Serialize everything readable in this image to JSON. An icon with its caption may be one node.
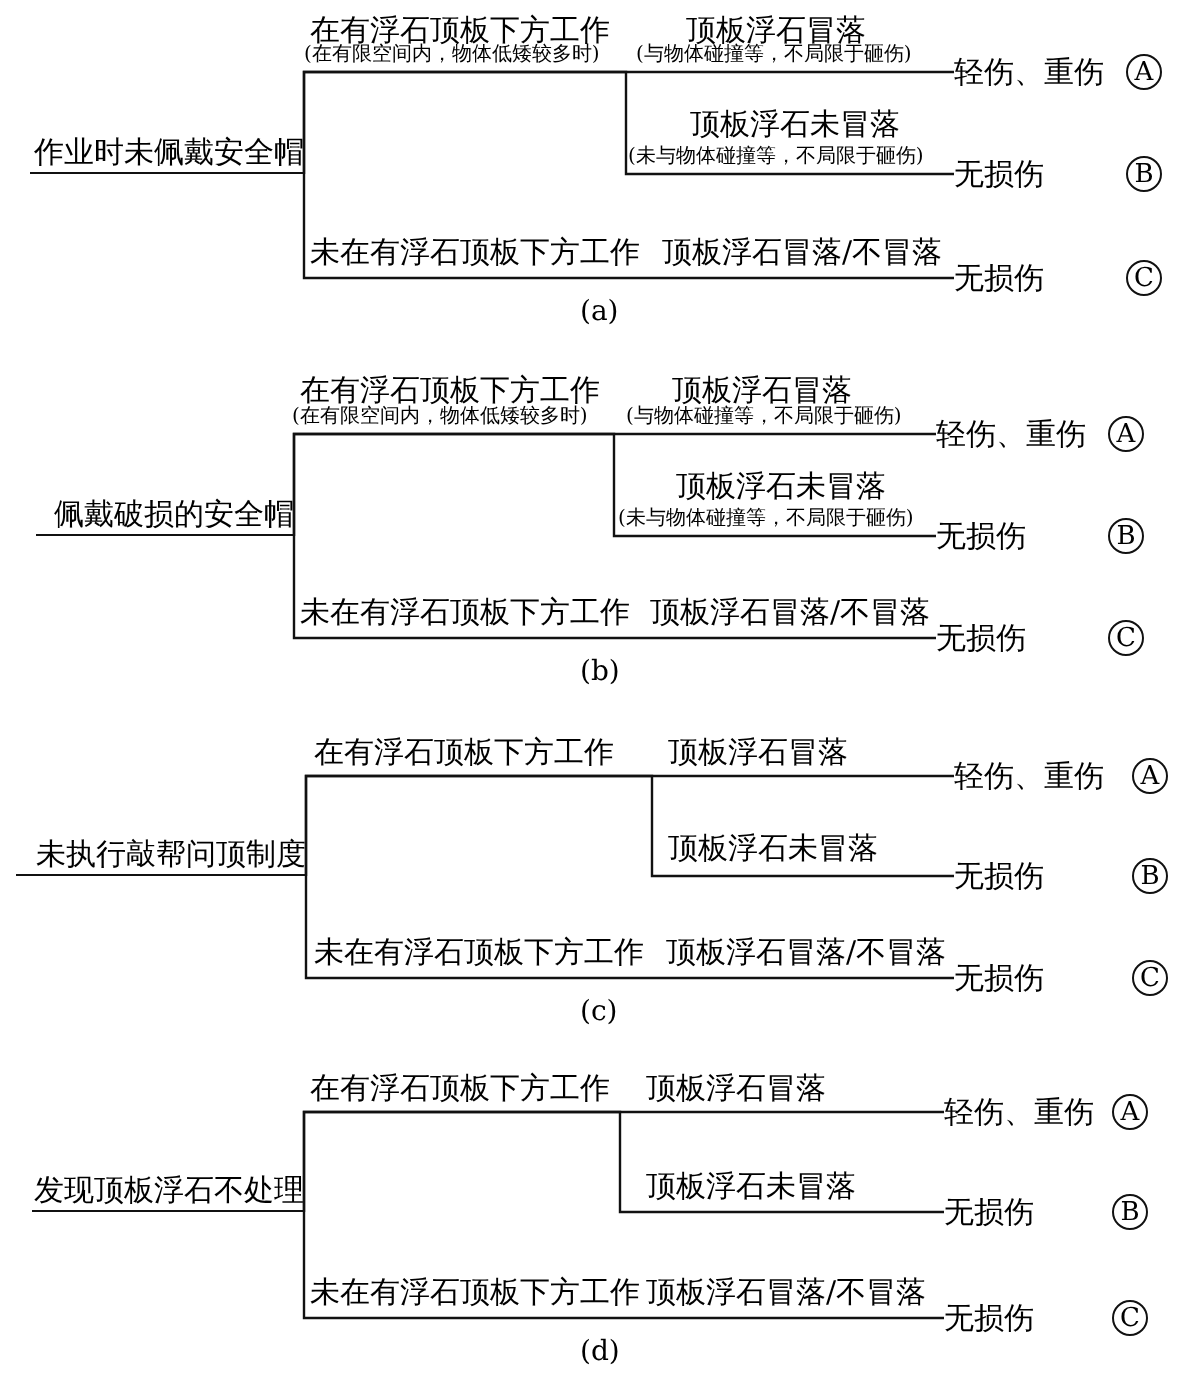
{
  "diagram": {
    "nodes": [
      {
        "text": [
          "作业时未佩戴安全帽"
        ]
      },
      {
        "text": [
          "轻伤、重伤"
        ]
      },
      {
        "text": [
          "无损伤"
        ]
      },
      {
        "text": [
          "无损伤"
        ]
      },
      {
        "text": [
          "A"
        ]
      },
      {
        "text": [
          "B"
        ]
      },
      {
        "text": [
          "C"
        ]
      },
      {
        "text": [
          "佩戴破损的安全帽"
        ]
      },
      {
        "text": [
          "轻伤、重伤"
        ]
      },
      {
        "text": [
          "无损伤"
        ]
      },
      {
        "text": [
          "无损伤"
        ]
      },
      {
        "text": [
          "A"
        ]
      },
      {
        "text": [
          "B"
        ]
      },
      {
        "text": [
          "C"
        ]
      },
      {
        "text": [
          "未执行敲帮问顶制度"
        ]
      },
      {
        "text": [
          "轻伤、重伤"
        ]
      },
      {
        "text": [
          "无损伤"
        ]
      },
      {
        "text": [
          "无损伤"
        ]
      },
      {
        "text": [
          "A"
        ]
      },
      {
        "text": [
          "B"
        ]
      },
      {
        "text": [
          "C"
        ]
      },
      {
        "text": [
          "发现顶板浮石不处理"
        ]
      },
      {
        "text": [
          "轻伤、重伤"
        ]
      },
      {
        "text": [
          "无损伤"
        ]
      },
      {
        "text": [
          "无损伤"
        ]
      },
      {
        "text": [
          "A"
        ]
      },
      {
        "text": [
          "B"
        ]
      },
      {
        "text": [
          "C"
        ]
      }
    ],
    "edges": [
      {
        "from": 0,
        "to": 1,
        "arrow": "none"
      },
      {
        "from": 0,
        "to": 2,
        "arrow": "none"
      },
      {
        "from": 0,
        "to": 3,
        "arrow": "none"
      },
      {
        "from": 7,
        "to": 8,
        "arrow": "none"
      },
      {
        "from": 7,
        "to": 9,
        "arrow": "none"
      },
      {
        "from": 7,
        "to": 10,
        "arrow": "none"
      },
      {
        "from": 14,
        "to": 15,
        "arrow": "none"
      },
      {
        "from": 14,
        "to": 16,
        "arrow": "none"
      },
      {
        "from": 14,
        "to": 17,
        "arrow": "none"
      },
      {
        "from": 21,
        "to": 22,
        "arrow": "none"
      },
      {
        "from": 21,
        "to": 23,
        "arrow": "none"
      },
      {
        "from": 21,
        "to": 24,
        "arrow": "none"
      }
    ],
    "labels": [
      "在有浮石顶板下方工作",
      "(在有限空间内，物体低矮较多时)",
      "顶板浮石冒落",
      "(与物体碰撞等，不局限于砸伤)",
      "顶板浮石未冒落",
      "(未与物体碰撞等，不局限于砸伤)",
      "未在有浮石顶板下方工作",
      "顶板浮石冒落/不冒落",
      "(a)",
      "在有浮石顶板下方工作",
      "(在有限空间内，物体低矮较多时)",
      "顶板浮石冒落",
      "(与物体碰撞等，不局限于砸伤)",
      "顶板浮石未冒落",
      "(未与物体碰撞等，不局限于砸伤)",
      "未在有浮石顶板下方工作",
      "顶板浮石冒落/不冒落",
      "(b)",
      "在有浮石顶板下方工作",
      "顶板浮石冒落",
      "顶板浮石未冒落",
      "未在有浮石顶板下方工作",
      "顶板浮石冒落/不冒落",
      "(c)",
      "在有浮石顶板下方工作",
      "顶板浮石冒落",
      "顶板浮石未冒落",
      "未在有浮石顶板下方工作",
      "顶板浮石冒落/不冒落",
      "(d)"
    ]
  }
}
